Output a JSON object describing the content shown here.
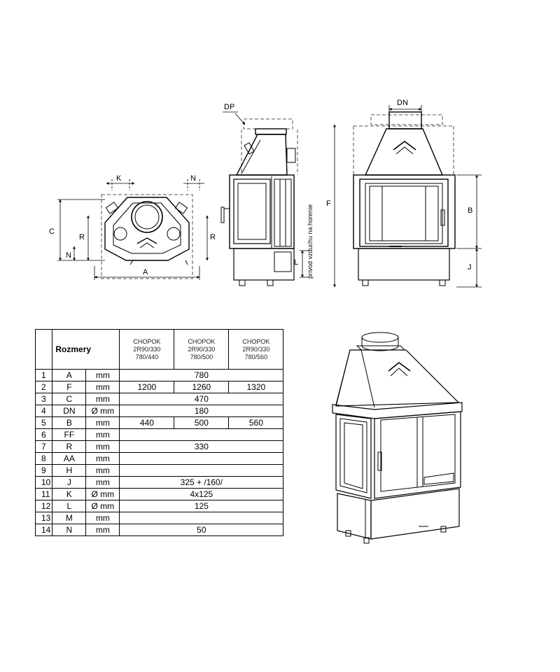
{
  "drawing_labels": {
    "k": "K",
    "n": "N",
    "c": "C",
    "r": "R",
    "a": "A",
    "dp": "DP",
    "dn": "DN",
    "f": "F",
    "b": "B",
    "j": "J",
    "l": "L",
    "air_supply": "prívod vzduchu na horenie"
  },
  "table": {
    "title": "Rozmery",
    "models": [
      {
        "line1": "CHOPOK",
        "line2": "2R90/330",
        "line3": "780/440"
      },
      {
        "line1": "CHOPOK",
        "line2": "2R90/330",
        "line3": "780/500"
      },
      {
        "line1": "CHOPOK",
        "line2": "2R90/330",
        "line3": "780/560"
      }
    ],
    "rows": [
      {
        "no": "1",
        "sym": "A",
        "unit": "mm",
        "merged": "780"
      },
      {
        "no": "2",
        "sym": "F",
        "unit": "mm",
        "values": [
          "1200",
          "1260",
          "1320"
        ]
      },
      {
        "no": "3",
        "sym": "C",
        "unit": "mm",
        "merged": "470"
      },
      {
        "no": "4",
        "sym": "DN",
        "unit": "Ø mm",
        "merged": "180"
      },
      {
        "no": "5",
        "sym": "B",
        "unit": "mm",
        "values": [
          "440",
          "500",
          "560"
        ]
      },
      {
        "no": "6",
        "sym": "FF",
        "unit": "mm",
        "merged": ""
      },
      {
        "no": "7",
        "sym": "R",
        "unit": "mm",
        "merged": "330"
      },
      {
        "no": "8",
        "sym": "AA",
        "unit": "mm",
        "merged": ""
      },
      {
        "no": "9",
        "sym": "H",
        "unit": "mm",
        "merged": ""
      },
      {
        "no": "10",
        "sym": "J",
        "unit": "mm",
        "merged": "325 + /160/"
      },
      {
        "no": "11",
        "sym": "K",
        "unit": "Ø mm",
        "merged": "4x125"
      },
      {
        "no": "12",
        "sym": "L",
        "unit": "Ø mm",
        "merged": "125"
      },
      {
        "no": "13",
        "sym": "M",
        "unit": "mm",
        "merged": ""
      },
      {
        "no": "14",
        "sym": "N",
        "unit": "mm",
        "merged": "50"
      }
    ]
  }
}
